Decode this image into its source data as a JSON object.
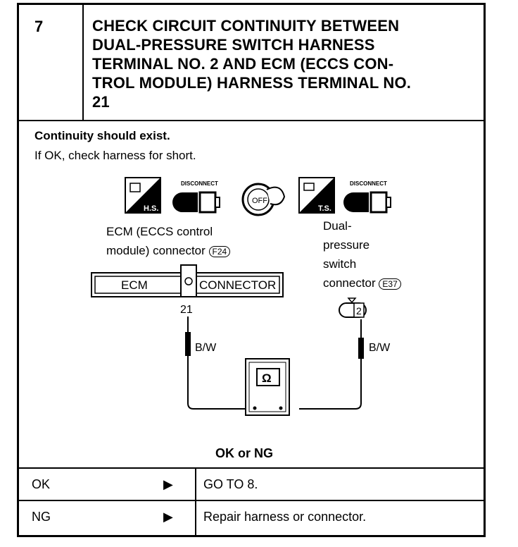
{
  "step": {
    "number": "7",
    "title": "CHECK CIRCUIT CONTINUITY BETWEEN DUAL-PRESSURE SWITCH HARNESS TERMINAL NO. 2 AND ECM (ECCS CONTROL MODULE) HARNESS TERMINAL NO. 21"
  },
  "title_lines": [
    "CHECK CIRCUIT CONTINUITY BETWEEN",
    "DUAL-PRESSURE SWITCH HARNESS",
    "TERMINAL NO. 2 AND ECM (ECCS CON-",
    "TROL MODULE) HARNESS TERMINAL NO.",
    "21"
  ],
  "requirement": "Continuity should exist.",
  "note": "If OK, check harness for short.",
  "diagram": {
    "icons": {
      "hs": "H.S.",
      "disconnect_1": "DISCONNECT",
      "off": "OFF",
      "ts": "T.S.",
      "disconnect_2": "DISCONNECT"
    },
    "ecm_label_lines": [
      "ECM (ECCS control",
      "module) connector"
    ],
    "ecm_connector_code": "F24",
    "ecm_box_left": "ECM",
    "ecm_box_right": "CONNECTOR",
    "ecm_terminal": "21",
    "dp_label_lines": [
      "Dual-",
      "pressure",
      "switch",
      "connector"
    ],
    "dp_connector_code": "E37",
    "dp_terminal": "2",
    "wire_left": "B/W",
    "wire_right": "B/W",
    "meter_symbol": "Ω"
  },
  "decision_label": "OK or NG",
  "results": [
    {
      "result": "OK",
      "arrow": "▶",
      "action": "GO TO 8."
    },
    {
      "result": "NG",
      "arrow": "▶",
      "action": "Repair harness or connector."
    }
  ]
}
